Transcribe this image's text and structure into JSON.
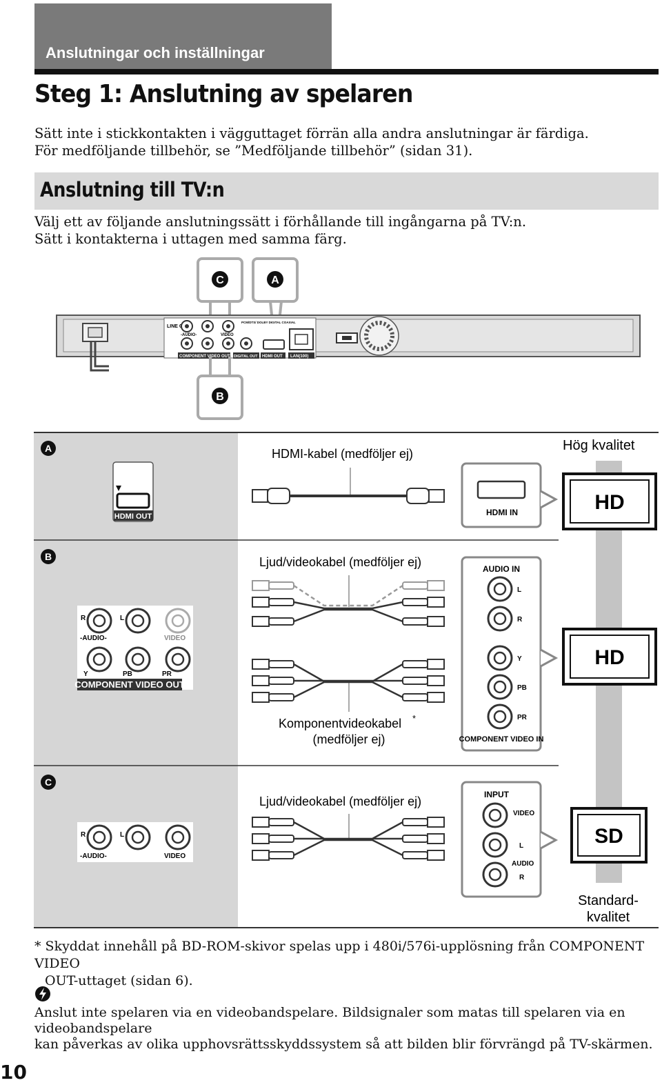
{
  "section": "Anslutningar och inställningar",
  "title": "Steg 1: Anslutning av spelaren",
  "intro": {
    "line1": "Sätt inte i stickkontakten i vägguttaget förrän alla andra anslutningar är färdiga.",
    "line2": "För medföljande tillbehör, se ”Medföljande tillbehör” (sidan 31)."
  },
  "subsection": {
    "title": "Anslutning till TV:n",
    "line1": "Välj ett av följande anslutningssätt i förhållande till ingångarna på TV:n.",
    "line2": "Sätt i kontakterna i uttagen med samma färg."
  },
  "player": {
    "callouts": [
      "C",
      "A",
      "B"
    ],
    "labels": {
      "line_out": "LINE OUT",
      "audio": "-AUDIO-",
      "video": "VIDEO",
      "pcm": "PCM/DTS/ DOLBY DIGITAL COAXIAL",
      "component": "COMPONENT VIDEO OUT",
      "digital_out": "DIGITAL OUT",
      "hdmi_out": "HDMI OUT",
      "lan": "LAN(100)"
    }
  },
  "rowA": {
    "marker": "A",
    "cable": "HDMI-kabel (medföljer ej)",
    "player_port": "HDMI OUT",
    "tv_port": "HDMI IN",
    "quality_top": "Hög kvalitet",
    "tv_label": "HD"
  },
  "rowB": {
    "marker": "B",
    "cable1": "Ljud/videokabel (medföljer ej)",
    "cable2_line1": "Komponentvideokabel",
    "cable2_star": "*",
    "cable2_line2": "(medföljer ej)",
    "player_labels": {
      "r": "R",
      "l": "L",
      "audio": "-AUDIO-",
      "video": "VIDEO",
      "y": "Y",
      "pb": "PB",
      "pr": "PR",
      "component": "COMPONENT VIDEO OUT"
    },
    "tv_labels": {
      "audio_in": "AUDIO IN",
      "l": "L",
      "r": "R",
      "y": "Y",
      "pb": "PB",
      "pr": "PR",
      "component_in": "COMPONENT VIDEO IN"
    },
    "tv_label": "HD"
  },
  "rowC": {
    "marker": "C",
    "cable": "Ljud/videokabel (medföljer ej)",
    "player_labels": {
      "r": "R",
      "l": "L",
      "audio": "-AUDIO-",
      "video": "VIDEO"
    },
    "tv_labels": {
      "input": "INPUT",
      "video": "VIDEO",
      "l": "L",
      "audio": "AUDIO",
      "r": "R"
    },
    "tv_label": "SD",
    "quality_bottom_1": "Standard-",
    "quality_bottom_2": "kvalitet"
  },
  "footnote": {
    "star": "*",
    "line1": "Skyddat innehåll på BD-ROM-skivor spelas upp i 480i/576i-upplösning från COMPONENT VIDEO",
    "line2": "OUT-uttaget (sidan 6)."
  },
  "tip": {
    "line1": "Anslut inte spelaren via en videobandspelare. Bildsignaler som matas till spelaren via en videobandspelare",
    "line2": "kan påverkas av olika upphovsrättsskyddssystem så att bilden blir förvrängd på TV-skärmen."
  },
  "page_number": "10"
}
